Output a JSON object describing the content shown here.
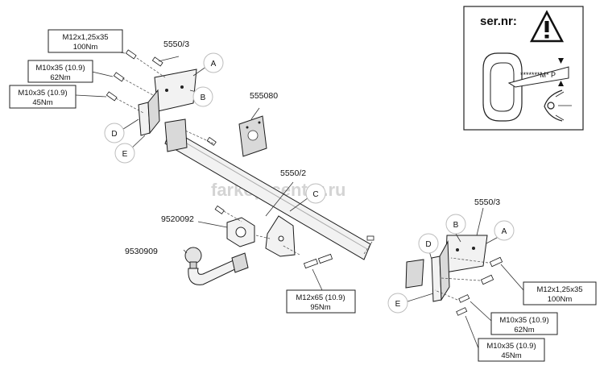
{
  "watermark": "farkop-center.ru",
  "serial_panel": {
    "title": "ser.nr:",
    "plate_text": "*******M* P"
  },
  "part_numbers": {
    "bracket_left": "5550/3",
    "bracket_right": "5550/3",
    "crossbar": "5550/2",
    "electrical_plate": "555080",
    "socket_plate": "9520092",
    "tow_ball": "9530909"
  },
  "callouts": {
    "a_left": "A",
    "b_left": "B",
    "d_left": "D",
    "e_left": "E",
    "c_center": "C",
    "a_right": "A",
    "b_right": "B",
    "d_right": "D",
    "e_right": "E"
  },
  "torque_specs": {
    "left_m12_size": "M12x1,25x35",
    "left_m12_torque": "100Nm",
    "left_m10a_size": "M10x35 (10.9)",
    "left_m10a_torque": "62Nm",
    "left_m10b_size": "M10x35 (10.9)",
    "left_m10b_torque": "45Nm",
    "center_m12_size": "M12x65 (10.9)",
    "center_m12_torque": "95Nm",
    "right_m12_size": "M12x1,25x35",
    "right_m12_torque": "100Nm",
    "right_m10a_size": "M10x35 (10.9)",
    "right_m10a_torque": "62Nm",
    "right_m10b_size": "M10x35 (10.9)",
    "right_m10b_torque": "45Nm"
  }
}
